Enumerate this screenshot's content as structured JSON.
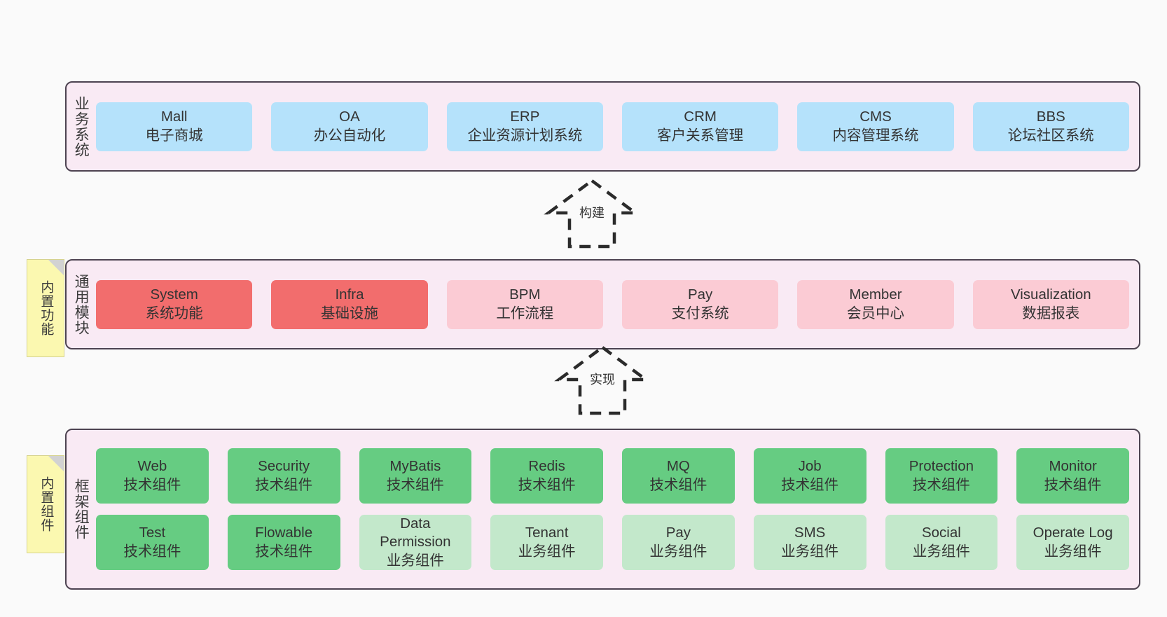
{
  "diagram": {
    "background_color": "#fafafa",
    "layer_fill": "#f9eaf4",
    "layer_border": "#4d4351",
    "note_fill": "#fbf8b0"
  },
  "layers": [
    {
      "id": "business",
      "title": "业务系统",
      "rows": [
        {
          "cells": [
            {
              "t1": "Mall",
              "t2": "电子商城",
              "color": "#b5e2fb",
              "variant": "c-blue"
            },
            {
              "t1": "OA",
              "t2": "办公自动化",
              "color": "#b5e2fb",
              "variant": "c-blue"
            },
            {
              "t1": "ERP",
              "t2": "企业资源计划系统",
              "color": "#b5e2fb",
              "variant": "c-blue"
            },
            {
              "t1": "CRM",
              "t2": "客户关系管理",
              "color": "#b5e2fb",
              "variant": "c-blue"
            },
            {
              "t1": "CMS",
              "t2": "内容管理系统",
              "color": "#b5e2fb",
              "variant": "c-blue"
            },
            {
              "t1": "BBS",
              "t2": "论坛社区系统",
              "color": "#b5e2fb",
              "variant": "c-blue"
            }
          ]
        }
      ]
    },
    {
      "id": "module",
      "title": "通用模块",
      "note": "内置功能",
      "rows": [
        {
          "cells": [
            {
              "t1": "System",
              "t2": "系统功能",
              "color": "#f26d6d",
              "variant": "c-red"
            },
            {
              "t1": "Infra",
              "t2": "基础设施",
              "color": "#f26d6d",
              "variant": "c-red"
            },
            {
              "t1": "BPM",
              "t2": "工作流程",
              "color": "#fbcbd4",
              "variant": "c-pink"
            },
            {
              "t1": "Pay",
              "t2": "支付系统",
              "color": "#fbcbd4",
              "variant": "c-pink"
            },
            {
              "t1": "Member",
              "t2": "会员中心",
              "color": "#fbcbd4",
              "variant": "c-pink"
            },
            {
              "t1": "Visualization",
              "t2": "数据报表",
              "color": "#fbcbd4",
              "variant": "c-pink"
            }
          ]
        }
      ]
    },
    {
      "id": "framework",
      "title": "框架组件",
      "note": "内置组件",
      "rows": [
        {
          "cells": [
            {
              "t1": "Web",
              "t2": "技术组件",
              "color": "#66cc82",
              "variant": "c-green"
            },
            {
              "t1": "Security",
              "t2": "技术组件",
              "color": "#66cc82",
              "variant": "c-green"
            },
            {
              "t1": "MyBatis",
              "t2": "技术组件",
              "color": "#66cc82",
              "variant": "c-green"
            },
            {
              "t1": "Redis",
              "t2": "技术组件",
              "color": "#66cc82",
              "variant": "c-green"
            },
            {
              "t1": "MQ",
              "t2": "技术组件",
              "color": "#66cc82",
              "variant": "c-green"
            },
            {
              "t1": "Job",
              "t2": "技术组件",
              "color": "#66cc82",
              "variant": "c-green"
            },
            {
              "t1": "Protection",
              "t2": "技术组件",
              "color": "#66cc82",
              "variant": "c-green"
            },
            {
              "t1": "Monitor",
              "t2": "技术组件",
              "color": "#66cc82",
              "variant": "c-green"
            }
          ]
        },
        {
          "cells": [
            {
              "t1": "Test",
              "t2": "技术组件",
              "color": "#66cc82",
              "variant": "c-green"
            },
            {
              "t1": "Flowable",
              "t2": "技术组件",
              "color": "#66cc82",
              "variant": "c-green"
            },
            {
              "t1": "Data Permission",
              "t2": "业务组件",
              "color": "#c3e8cb",
              "variant": "c-green-light",
              "wrap": true
            },
            {
              "t1": "Tenant",
              "t2": "业务组件",
              "color": "#c3e8cb",
              "variant": "c-green-light"
            },
            {
              "t1": "Pay",
              "t2": "业务组件",
              "color": "#c3e8cb",
              "variant": "c-green-light"
            },
            {
              "t1": "SMS",
              "t2": "业务组件",
              "color": "#c3e8cb",
              "variant": "c-green-light"
            },
            {
              "t1": "Social",
              "t2": "业务组件",
              "color": "#c3e8cb",
              "variant": "c-green-light"
            },
            {
              "t1": "Operate Log",
              "t2": "业务组件",
              "color": "#c3e8cb",
              "variant": "c-green-light"
            }
          ]
        }
      ]
    }
  ],
  "arrows": [
    {
      "id": "build",
      "label": "构建",
      "style": "dashed-hollow-triangle",
      "direction": "up"
    },
    {
      "id": "realize",
      "label": "实现",
      "style": "dashed-hollow-triangle",
      "direction": "up"
    }
  ]
}
